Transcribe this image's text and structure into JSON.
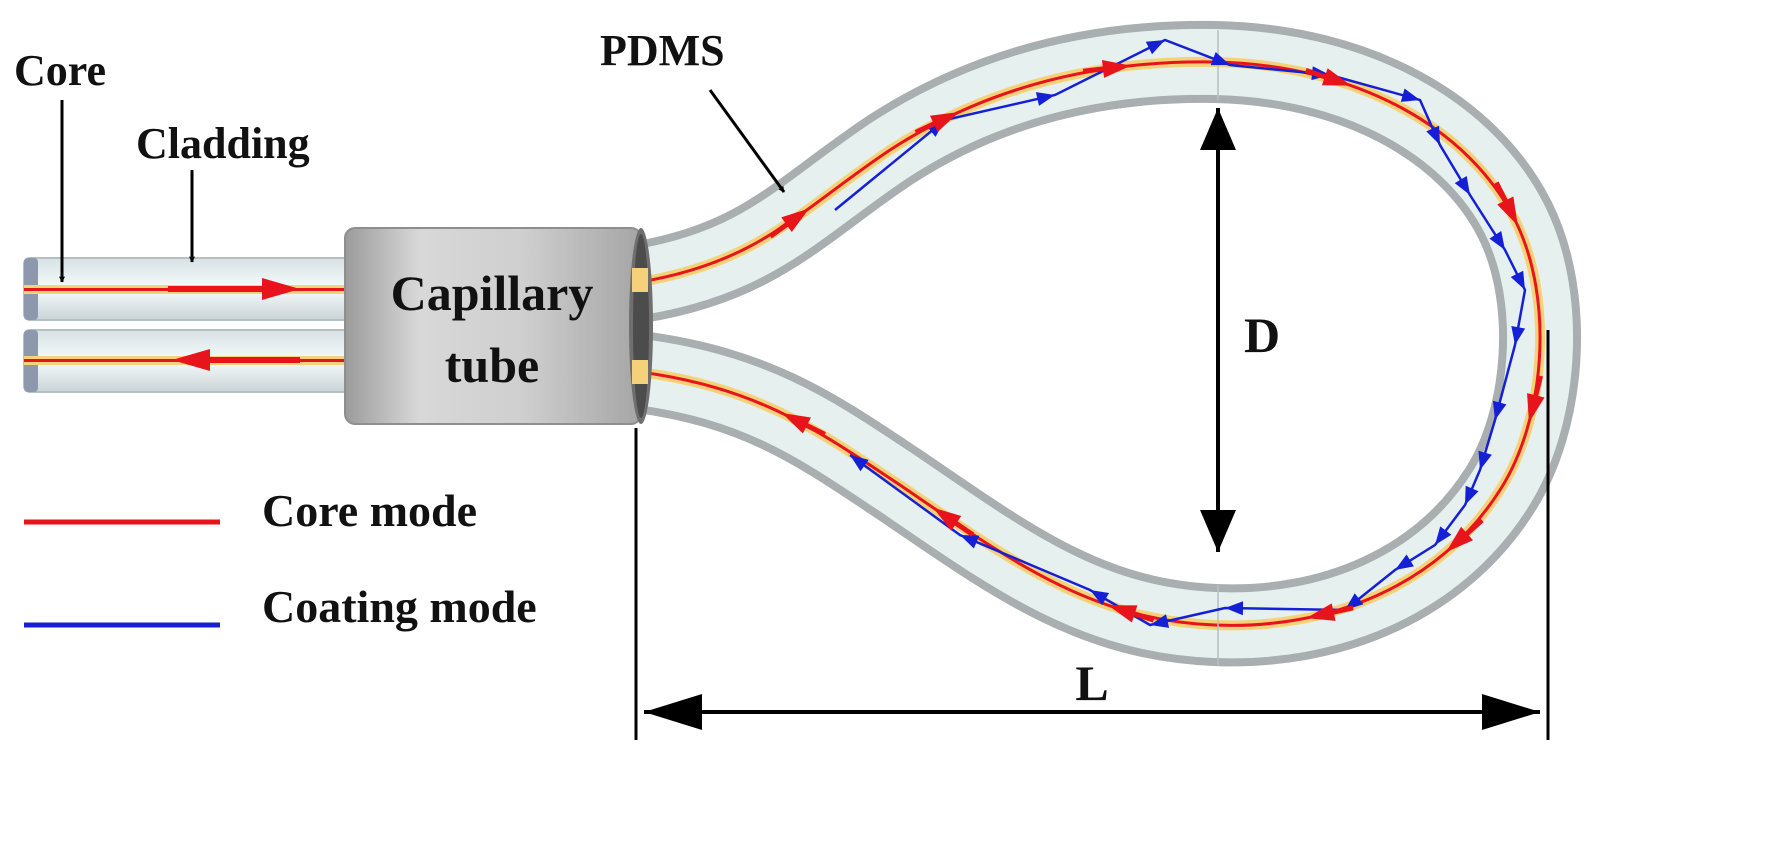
{
  "labels": {
    "core": "Core",
    "cladding": "Cladding",
    "pdms": "PDMS",
    "capillary_line1": "Capillary",
    "capillary_line2": "tube",
    "diameter": "D",
    "length": "L"
  },
  "legend": {
    "core_mode": "Core mode",
    "coating_mode": "Coating mode"
  },
  "colors": {
    "core_mode": "#e8141b",
    "coating_mode": "#1520d6",
    "annotation": "#000000",
    "tube_fill": "#e6f1ef",
    "tube_edge": "#a9aeb0",
    "capillary": "#c9c9c9",
    "core_glow": "#f5d27a"
  }
}
